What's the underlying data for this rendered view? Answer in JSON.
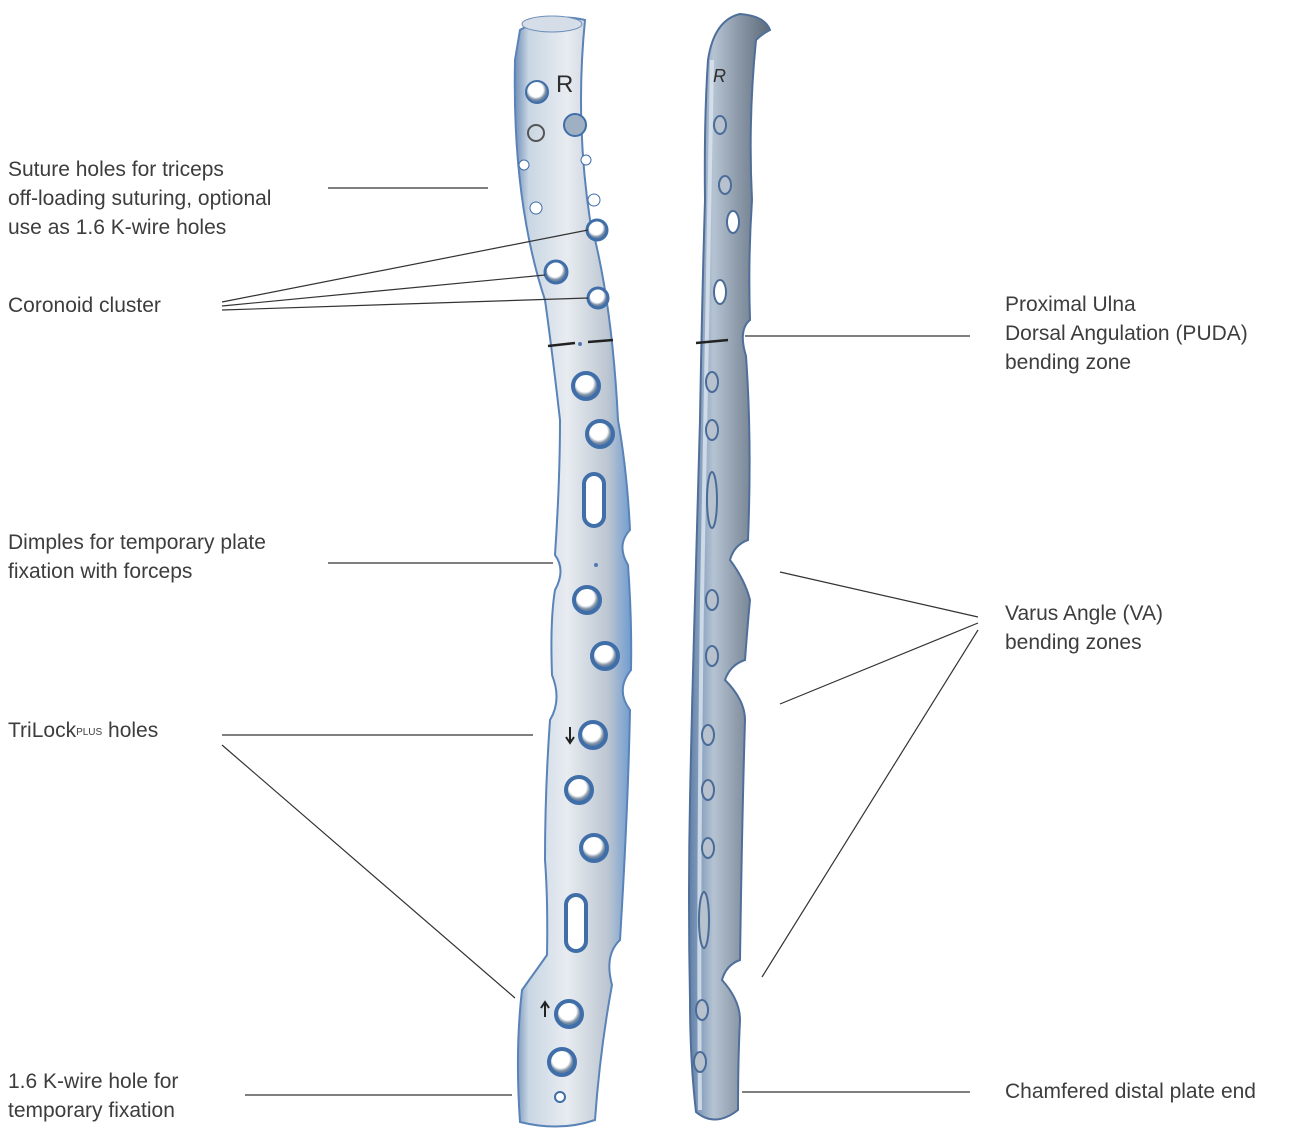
{
  "labels": {
    "suture": [
      "Suture holes for triceps",
      "off-loading suturing, optional",
      "use as 1.6 K-wire holes"
    ],
    "coronoid": [
      "Coronoid cluster"
    ],
    "dimples": [
      "Dimples for temporary plate",
      "fixation with forceps"
    ],
    "trilock": {
      "main": "TriLock",
      "sup": "PLUS",
      "tail": " holes"
    },
    "kwire": [
      "1.6 K-wire hole for",
      "temporary fixation"
    ],
    "puda": [
      "Proximal Ulna",
      "Dorsal Angulation (PUDA)",
      "bending zone"
    ],
    "varus": [
      "Varus Angle (VA)",
      "bending zones"
    ],
    "chamfered": [
      "Chamfered distal plate end"
    ]
  },
  "plate": {
    "engraving": "R",
    "colors": {
      "metal_light": "#e8ecf1",
      "metal_mid": "#b7c1cc",
      "metal_dark": "#7f8c99",
      "edge_blue": "#6f9bd0",
      "line": "#333333"
    }
  }
}
